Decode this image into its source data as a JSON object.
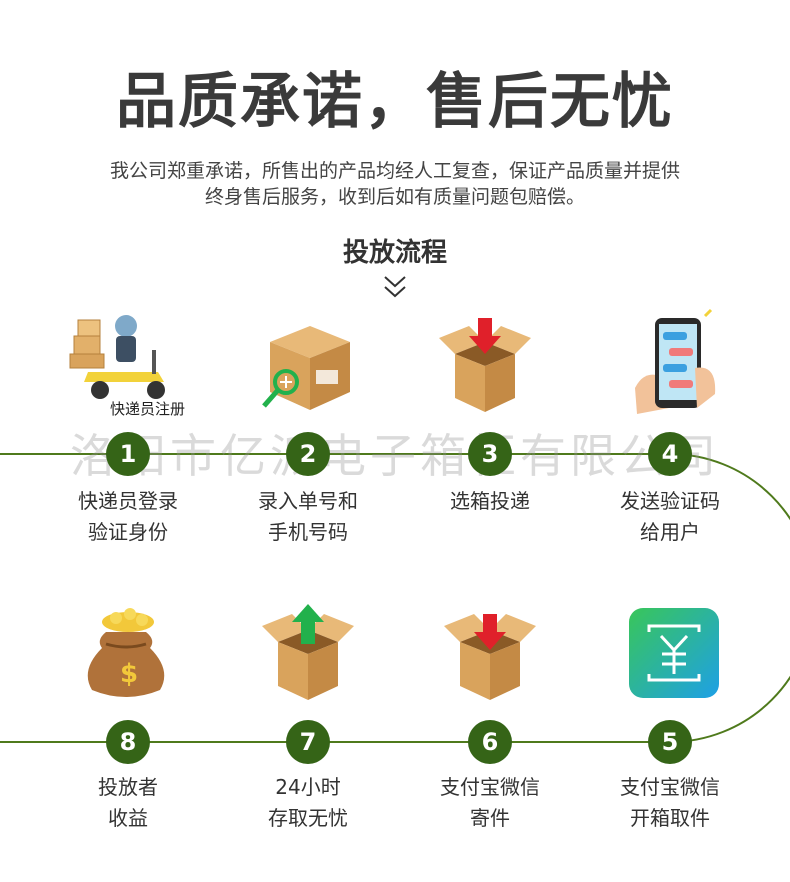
{
  "header": {
    "headline": "品质承诺，售后无忧",
    "desc_line1": "我公司郑重承诺，所售出的产品均经人工复查，保证产品质量并提供",
    "desc_line2": "终身售后服务，收到后如有质量问题包赔偿。"
  },
  "section": {
    "title": "投放流程"
  },
  "watermark": "洛阳市亿派电子箱柜有限公司",
  "courier_caption": "快递员注册",
  "steps": [
    {
      "num": "1",
      "line1": "快递员登录",
      "line2": "验证身份",
      "icon": "courier-scooter-icon"
    },
    {
      "num": "2",
      "line1": "录入单号和",
      "line2": "手机号码",
      "icon": "box-magnifier-icon"
    },
    {
      "num": "3",
      "line1": "选箱投递",
      "line2": "",
      "icon": "box-arrow-in-icon"
    },
    {
      "num": "4",
      "line1": "发送验证码",
      "line2": "给用户",
      "icon": "phone-message-icon"
    },
    {
      "num": "5",
      "line1": "支付宝微信",
      "line2": "开箱取件",
      "icon": "payment-app-icon"
    },
    {
      "num": "6",
      "line1": "支付宝微信",
      "line2": "寄件",
      "icon": "box-arrow-in-icon"
    },
    {
      "num": "7",
      "line1": "24小时",
      "line2": "存取无忧",
      "icon": "box-arrow-out-icon"
    },
    {
      "num": "8",
      "line1": "投放者",
      "line2": "收益",
      "icon": "money-bag-icon"
    }
  ],
  "colors": {
    "accent": "#356417",
    "line": "#4f7a1c",
    "box": "#d9a35c",
    "arrow_red": "#e0202a",
    "arrow_green": "#22b14c"
  }
}
